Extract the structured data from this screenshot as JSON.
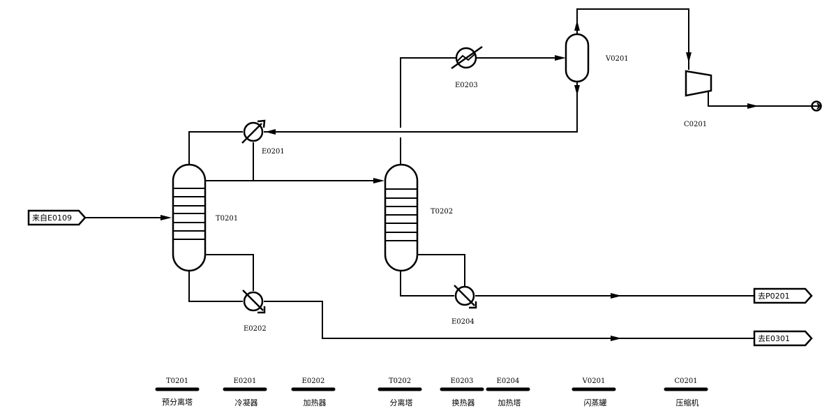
{
  "diagram": {
    "type": "process-flow-diagram",
    "equipment": [
      {
        "id": "T0201",
        "type": "column",
        "name": "预分离塔"
      },
      {
        "id": "E0201",
        "type": "condenser",
        "name": "冷凝器"
      },
      {
        "id": "E0202",
        "type": "heater",
        "name": "加热器"
      },
      {
        "id": "T0202",
        "type": "column",
        "name": "分离塔"
      },
      {
        "id": "E0203",
        "type": "heat-exchanger",
        "name": "换热器"
      },
      {
        "id": "E0204",
        "type": "heater",
        "name": "加热塔"
      },
      {
        "id": "V0201",
        "type": "flash-drum",
        "name": "闪蒸罐"
      },
      {
        "id": "C0201",
        "type": "compressor",
        "name": "压缩机"
      }
    ],
    "offpage": {
      "feed_in": "来自E0109",
      "to_p0201": "去P0201",
      "to_e0301": "去E0301"
    },
    "labels": {
      "t0201": "T0201",
      "e0201": "E0201",
      "e0202": "E0202",
      "t0202": "T0202",
      "e0203": "E0203",
      "e0204": "E0204",
      "v0201": "V0201",
      "c0201": "C0201"
    },
    "legend": [
      {
        "tag": "T0201",
        "name": "预分离塔"
      },
      {
        "tag": "E0201",
        "name": "冷凝器"
      },
      {
        "tag": "E0202",
        "name": "加热器"
      },
      {
        "tag": "T0202",
        "name": "分离塔"
      },
      {
        "tag": "E0203",
        "name": "换热器"
      },
      {
        "tag": "E0204",
        "name": "加热塔"
      },
      {
        "tag": "V0201",
        "name": "闪蒸罐"
      },
      {
        "tag": "C0201",
        "name": "压缩机"
      }
    ],
    "streams": [
      {
        "from": "来自E0109",
        "to": "T0201"
      },
      {
        "from": "T0201",
        "to": "T0202"
      },
      {
        "from": "T0201",
        "to": "E0201"
      },
      {
        "from": "V0201",
        "to": "E0201"
      },
      {
        "from": "T0201",
        "to": "E0202"
      },
      {
        "from": "E0202",
        "to": "去E0301"
      },
      {
        "from": "T0202",
        "to": "E0203"
      },
      {
        "from": "E0203",
        "to": "V0201"
      },
      {
        "from": "V0201",
        "to": "C0201"
      },
      {
        "from": "C0201",
        "to": "outlet"
      },
      {
        "from": "T0202",
        "to": "E0204"
      },
      {
        "from": "E0204",
        "to": "去P0201"
      }
    ]
  }
}
